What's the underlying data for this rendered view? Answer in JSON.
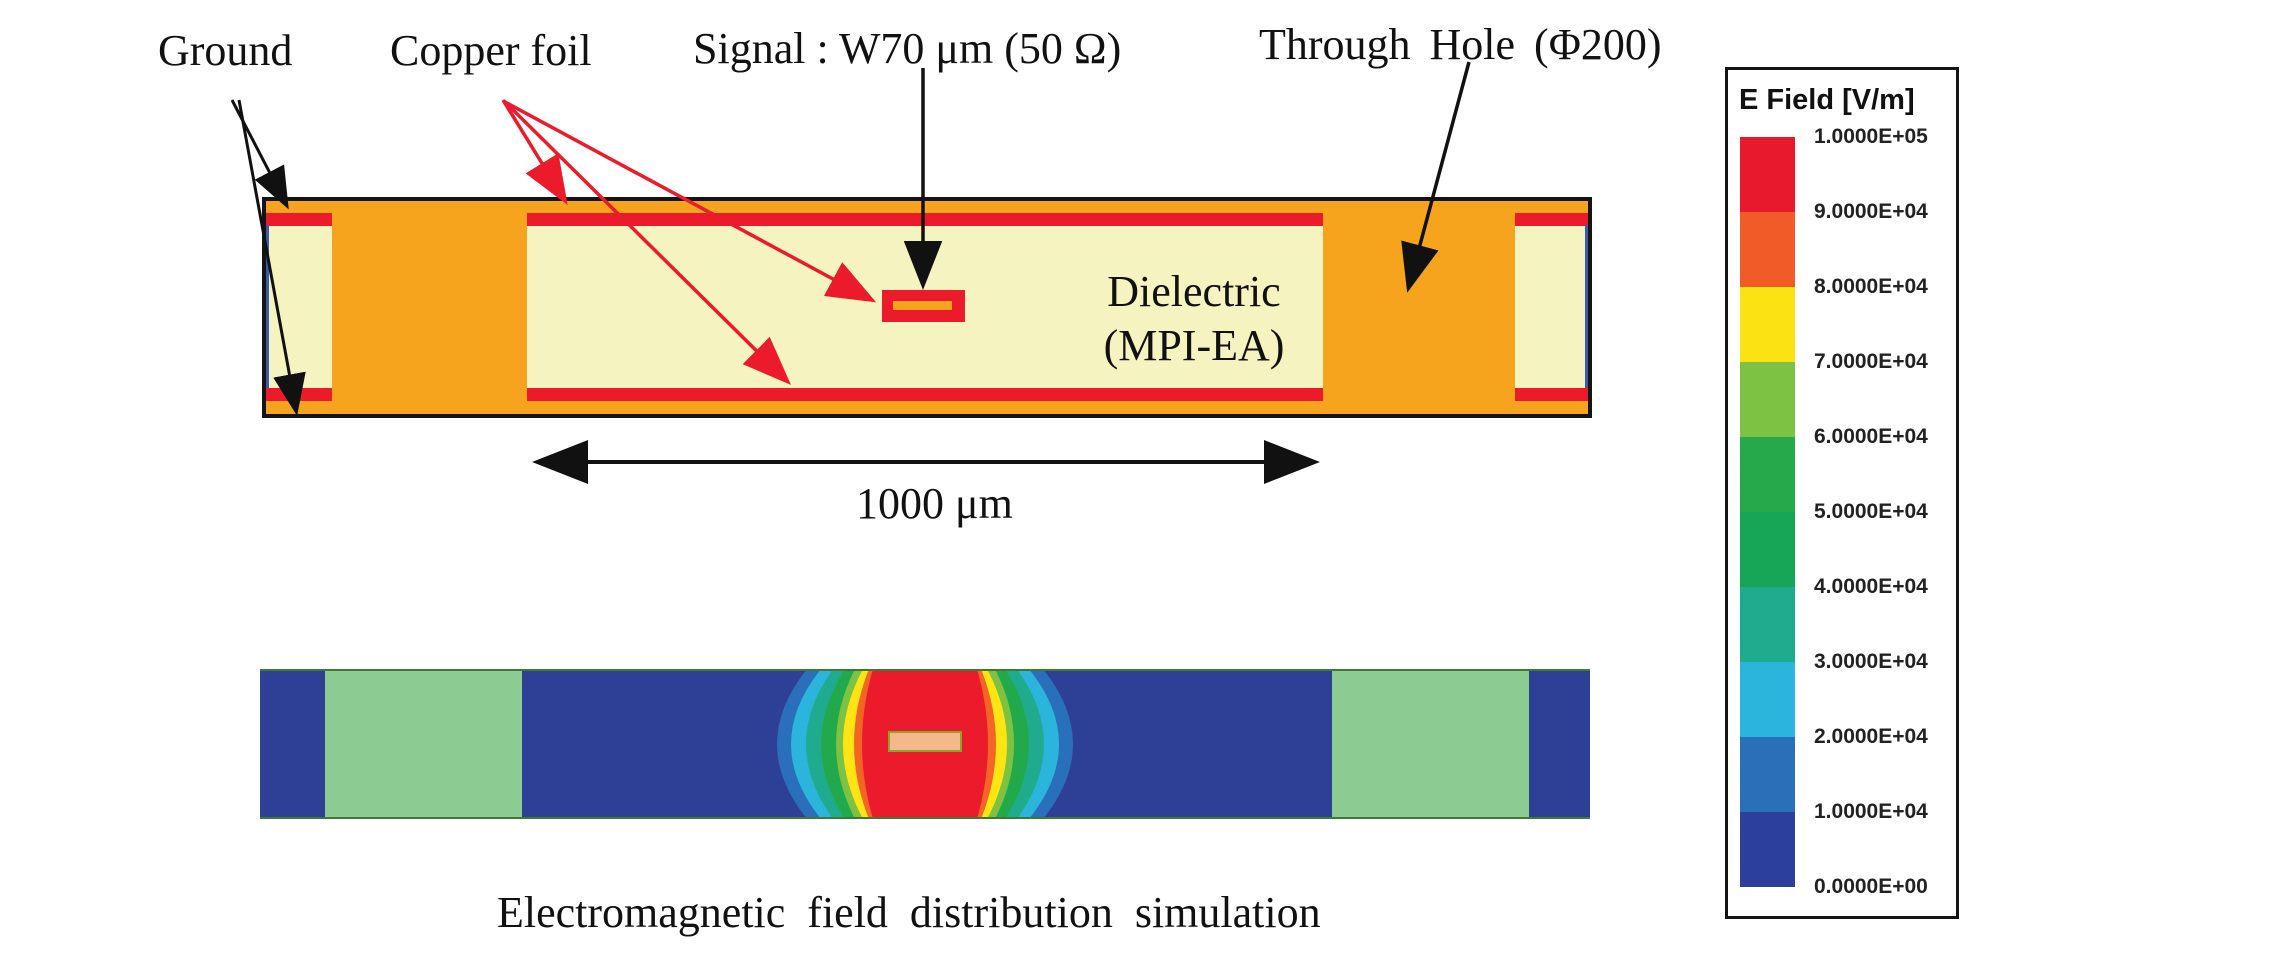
{
  "colors": {
    "copper-orange": "#F6A41D",
    "copper-red": "#EC1B2C",
    "dielectric-yellow": "#F5F3C0",
    "edge-blue": "#3A5BA8",
    "outline-black": "#141414",
    "sim-bg-blue": "#2E4096",
    "sim-green-band": "#8CCB92",
    "sim-strip-border": "#3E7A33",
    "sim-conductor-fill": "#F4B98A",
    "sim-conductor-border": "#8EA32B",
    "legend-border": "#141414",
    "arrow-black": "#111111",
    "arrow-red": "#EC1B2C"
  },
  "annotations": {
    "ground": "Ground",
    "copper_foil": "Copper foil",
    "signal": "Signal : W70 μm (50 Ω)",
    "through_hole": "Through Hole (Φ200)",
    "dielectric_line1": "Dielectric",
    "dielectric_line2": "(MPI-EA)",
    "dimension": "1000 μm",
    "caption": "Electromagnetic field distribution simulation"
  },
  "legend": {
    "title": "E Field [V/m]",
    "tick_labels": [
      "1.0000E+05",
      "9.0000E+04",
      "8.0000E+04",
      "7.0000E+04",
      "6.0000E+04",
      "5.0000E+04",
      "4.0000E+04",
      "3.0000E+04",
      "2.0000E+04",
      "1.0000E+04",
      "0.0000E+00"
    ],
    "band_colors": [
      "#E8192C",
      "#F15B27",
      "#FBE212",
      "#7DC242",
      "#24A94B",
      "#17A557",
      "#1FAB8D",
      "#2BB5DC",
      "#2A70B9",
      "#2C3F9B"
    ]
  },
  "sim": {
    "contours": [
      {
        "name": "contour-1e4",
        "color": "#2A6FB9",
        "edge": 118,
        "mid": 148
      },
      {
        "name": "contour-2e4",
        "color": "#2BB5DC",
        "edge": 104,
        "mid": 134
      },
      {
        "name": "contour-3e4",
        "color": "#1FAB8D",
        "edge": 92,
        "mid": 119
      },
      {
        "name": "contour-4e4",
        "color": "#22A94C",
        "edge": 80,
        "mid": 104
      },
      {
        "name": "contour-6e4",
        "color": "#7DC242",
        "edge": 70,
        "mid": 89
      },
      {
        "name": "contour-7e4",
        "color": "#FFE414",
        "edge": 62,
        "mid": 82
      },
      {
        "name": "contour-8e4",
        "color": "#F26524",
        "edge": 56,
        "mid": 71
      },
      {
        "name": "contour-9e4",
        "color": "#EC1B2C",
        "edge": 52,
        "mid": 63
      }
    ]
  }
}
